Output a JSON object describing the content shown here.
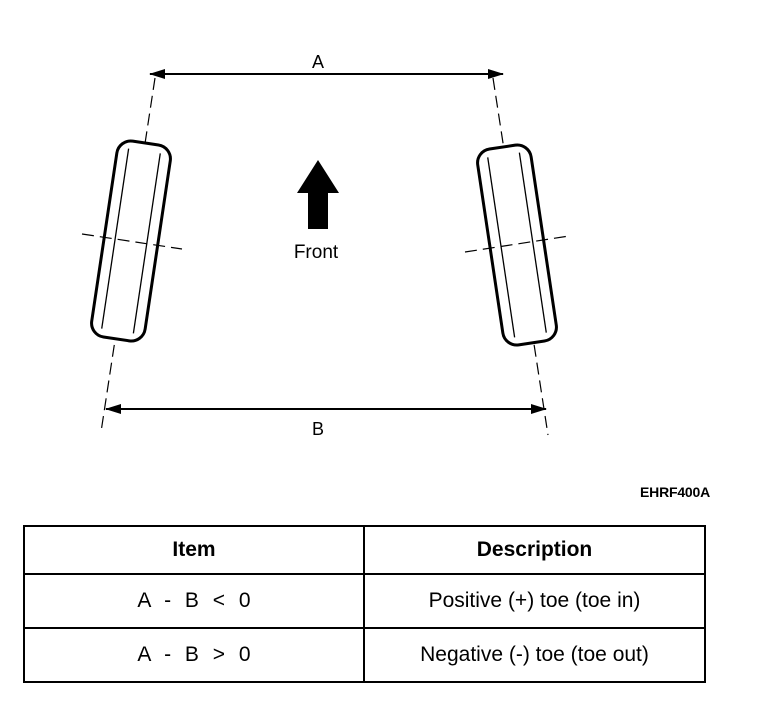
{
  "diagram": {
    "label_a": "A",
    "label_b": "B",
    "front_label": "Front",
    "figure_code": "EHRF400A"
  },
  "table": {
    "headers": [
      "Item",
      "Description"
    ],
    "rows": [
      {
        "item": "A - B < 0",
        "description": "Positive (+) toe (toe in)"
      },
      {
        "item": "A - B > 0",
        "description": "Negative (-) toe (toe out)"
      }
    ]
  },
  "colors": {
    "ink": "#000000",
    "paper": "#ffffff"
  }
}
